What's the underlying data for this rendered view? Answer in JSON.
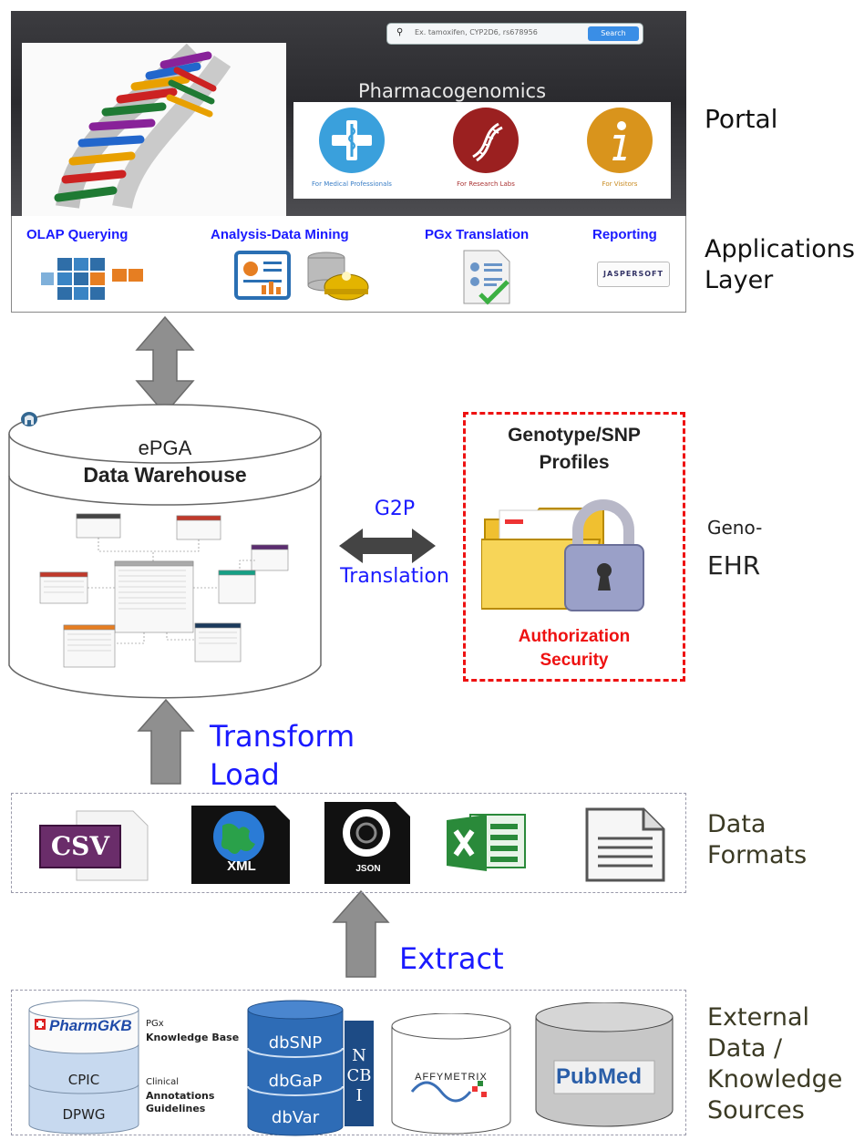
{
  "portal": {
    "search_placeholder": "Ex. tamoxifen, CYP2D6, rs678956",
    "search_button": "Search",
    "title": "Pharmacogenomics",
    "audiences": [
      {
        "label": "For Medical Professionals",
        "color": "#3aa0dc"
      },
      {
        "label": "For Research Labs",
        "color": "#9b2020"
      },
      {
        "label": "For Visitors",
        "color": "#d9941c"
      }
    ]
  },
  "applications": {
    "items": [
      "OLAP Querying",
      "Analysis-Data Mining",
      "PGx Translation",
      "Reporting"
    ],
    "jasper_logo": "JASPERSOFT"
  },
  "side_labels": {
    "portal": "Portal",
    "applications": "Applications\nLayer",
    "geno_prefix": "Geno-",
    "geno_ehr": "EHR",
    "data_formats": "Data\nFormats",
    "external": "External\nData /\nKnowledge\nSources"
  },
  "warehouse": {
    "line1": "ePGA",
    "line2": "Data Warehouse"
  },
  "g2p": {
    "line1": "G2P",
    "line2": "Translation"
  },
  "genotype": {
    "title_line1": "Genotype/SNP",
    "title_line2": "Profiles",
    "security_line1": "Authorization",
    "security_line2": "Security"
  },
  "etl": {
    "transform_line1": "Transform",
    "transform_line2": "Load",
    "extract": "Extract"
  },
  "formats": [
    "CSV",
    "XML",
    "JSON"
  ],
  "sources": {
    "pharmgkb": "PharmGKB",
    "cpic": "CPIC",
    "dpwg": "DPWG",
    "pgx_small": "PGx",
    "knowledge_base": "Knowledge Base",
    "clinical_small": "Clinical",
    "annotations": "Annotations",
    "guidelines": "Guidelines",
    "ncbi_dbs": [
      "dbSNP",
      "dbGaP",
      "dbVar"
    ],
    "ncbi": "NCBI",
    "affymetrix": "AFFYMETRIX",
    "pubmed_pub": "Pub",
    "pubmed_med": "Med"
  }
}
